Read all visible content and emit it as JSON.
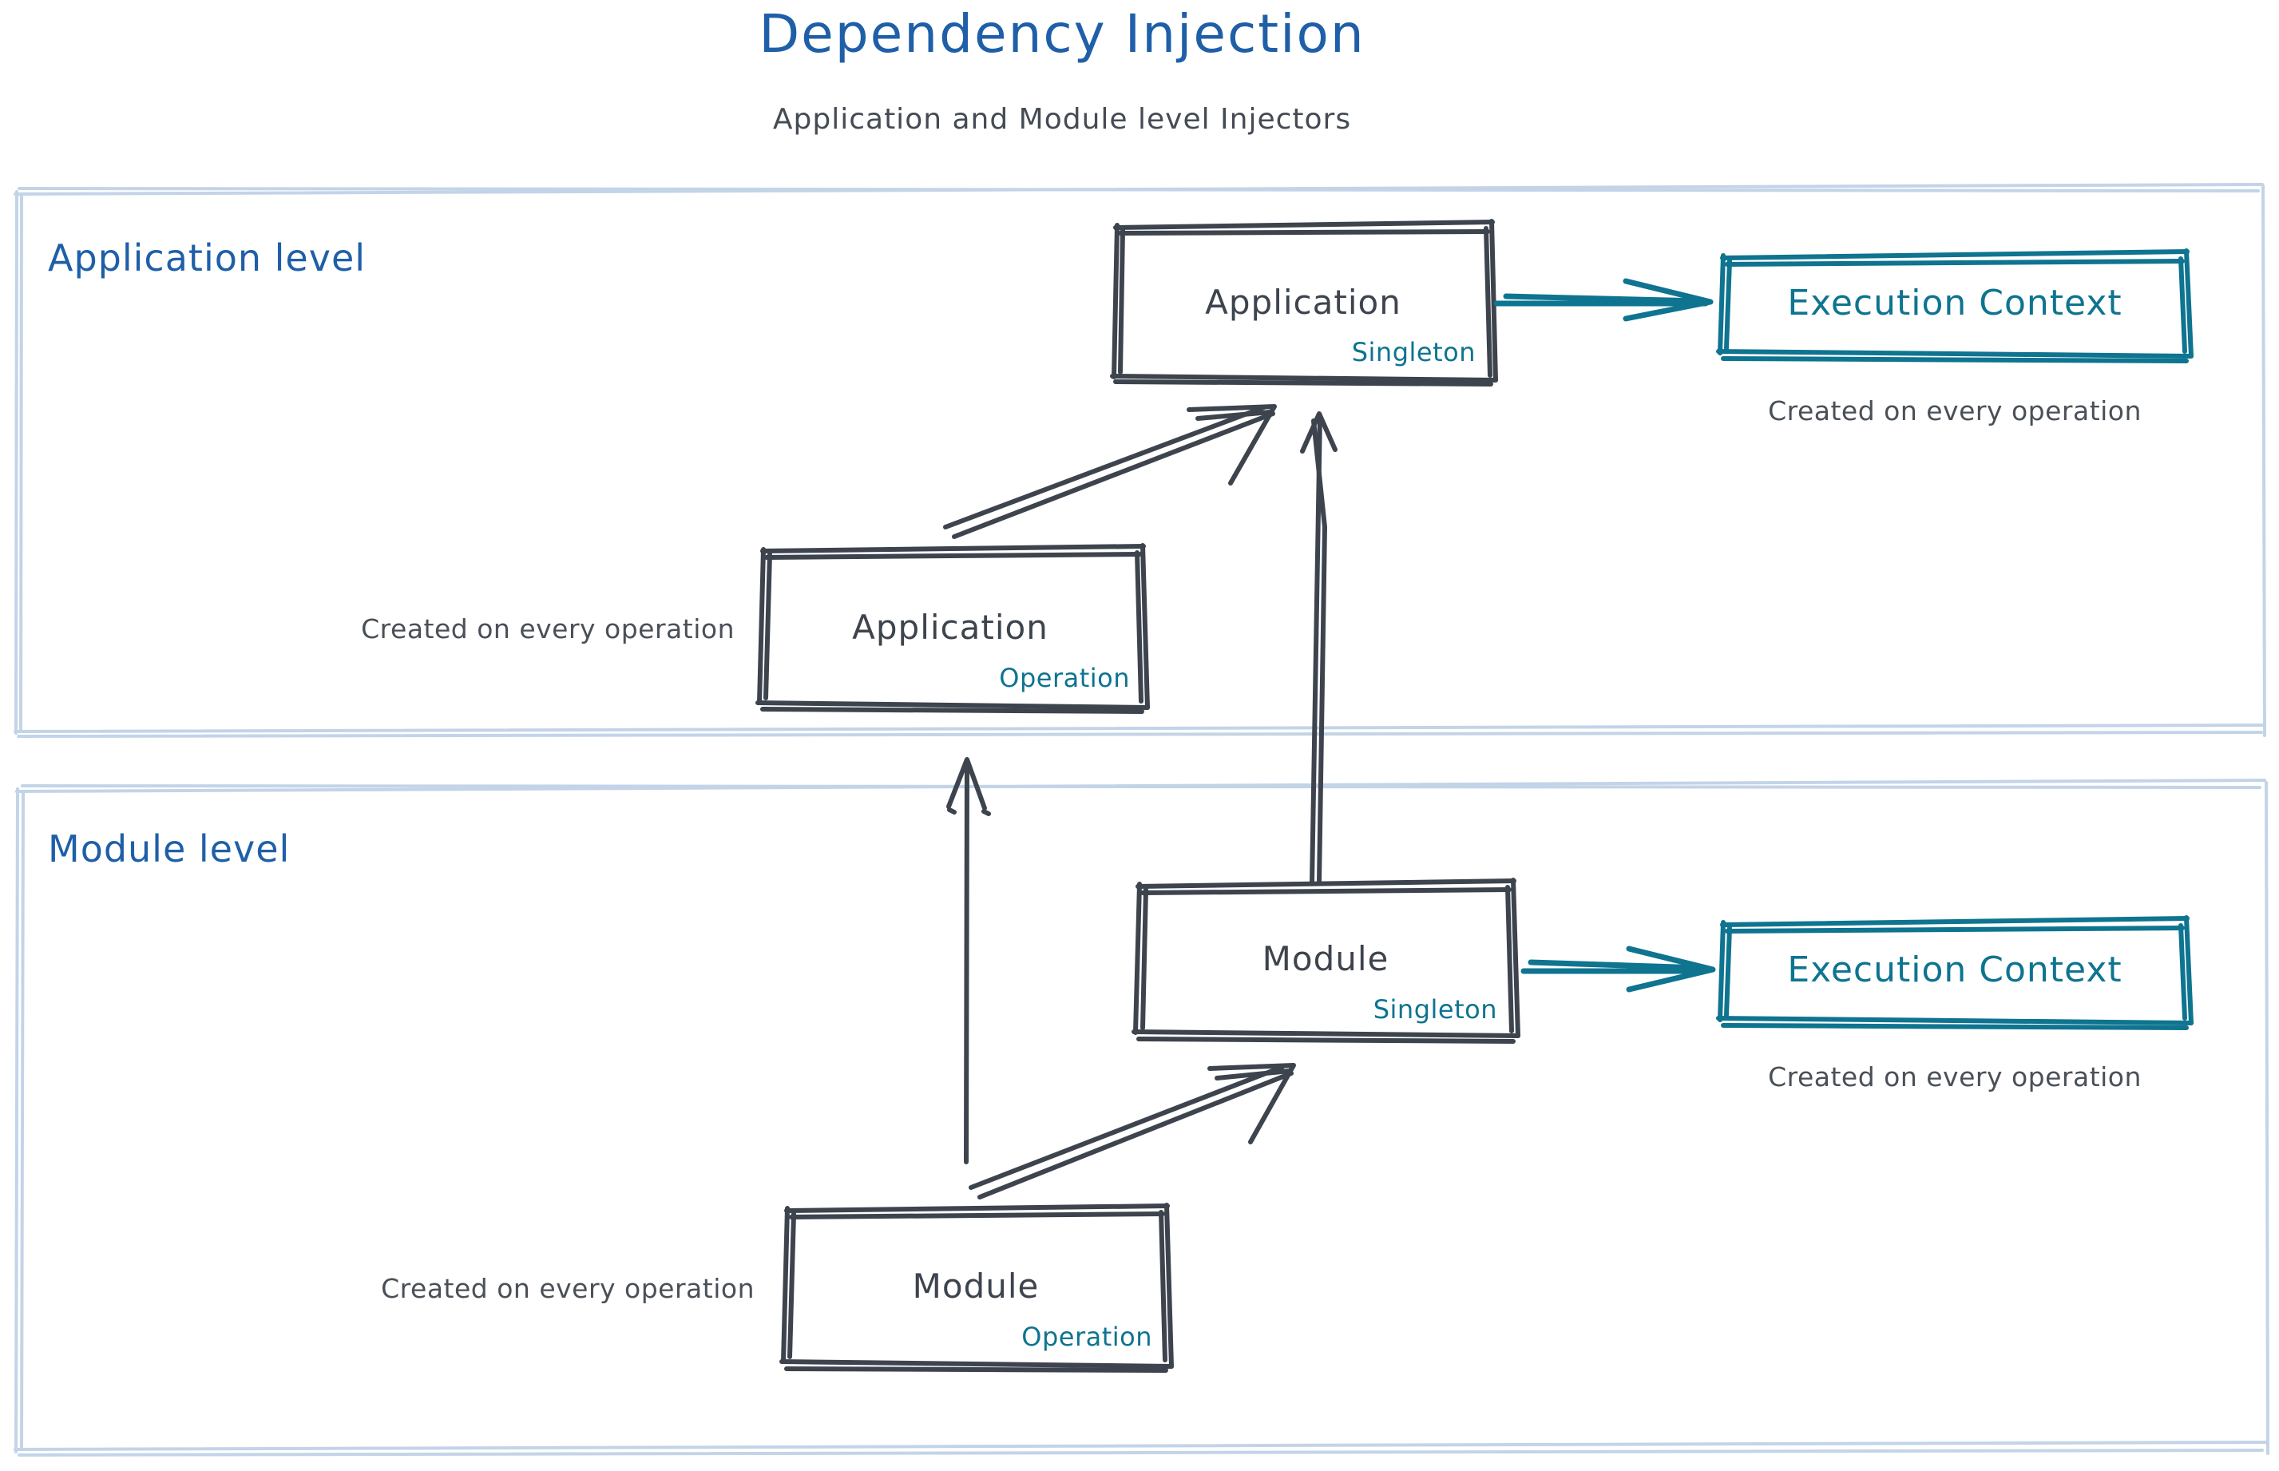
{
  "header": {
    "title": "Dependency Injection",
    "subtitle": "Application and Module level Injectors"
  },
  "colors": {
    "title_blue": "#1f5fa8",
    "panel_border_blue": "#c3d4e8",
    "sketch_gray": "#3d444d",
    "teal": "#0e7490",
    "note_gray": "#4a5058",
    "background": "#ffffff"
  },
  "panels": [
    {
      "id": "application-level",
      "label": "Application level",
      "nodes": [
        {
          "id": "application-singleton",
          "title": "Application",
          "scope": "Singleton",
          "style": "gray-box"
        },
        {
          "id": "application-execution-context",
          "title": "Execution Context",
          "scope": "",
          "style": "teal-box",
          "note": "Created on every operation"
        },
        {
          "id": "application-operation",
          "title": "Application",
          "scope": "Operation",
          "style": "gray-box",
          "note": "Created on every operation"
        }
      ],
      "edges": [
        {
          "from": "application-singleton",
          "to": "application-execution-context",
          "style": "teal-arrow"
        },
        {
          "from": "application-operation",
          "to": "application-singleton",
          "style": "gray-arrow"
        }
      ]
    },
    {
      "id": "module-level",
      "label": "Module level",
      "nodes": [
        {
          "id": "module-singleton",
          "title": "Module",
          "scope": "Singleton",
          "style": "gray-box"
        },
        {
          "id": "module-execution-context",
          "title": "Execution Context",
          "scope": "",
          "style": "teal-box",
          "note": "Created on every operation"
        },
        {
          "id": "module-operation",
          "title": "Module",
          "scope": "Operation",
          "style": "gray-box",
          "note": "Created on every operation"
        }
      ],
      "edges": [
        {
          "from": "module-singleton",
          "to": "module-execution-context",
          "style": "teal-arrow"
        },
        {
          "from": "module-operation",
          "to": "module-singleton",
          "style": "gray-arrow"
        },
        {
          "from": "module-singleton",
          "to": "application-singleton",
          "style": "gray-arrow-cross-panel"
        },
        {
          "from": "module-operation",
          "to": "application-operation",
          "style": "gray-arrow-cross-panel"
        }
      ]
    }
  ],
  "labels": {
    "app_singleton_title": "Application",
    "app_singleton_scope": "Singleton",
    "app_exec_title": "Execution Context",
    "app_exec_note": "Created on every operation",
    "app_operation_title": "Application",
    "app_operation_scope": "Operation",
    "app_operation_note": "Created on every operation",
    "mod_singleton_title": "Module",
    "mod_singleton_scope": "Singleton",
    "mod_exec_title": "Execution Context",
    "mod_exec_note": "Created on every operation",
    "mod_operation_title": "Module",
    "mod_operation_scope": "Operation",
    "mod_operation_note": "Created on every operation",
    "application_level": "Application level",
    "module_level": "Module level"
  }
}
